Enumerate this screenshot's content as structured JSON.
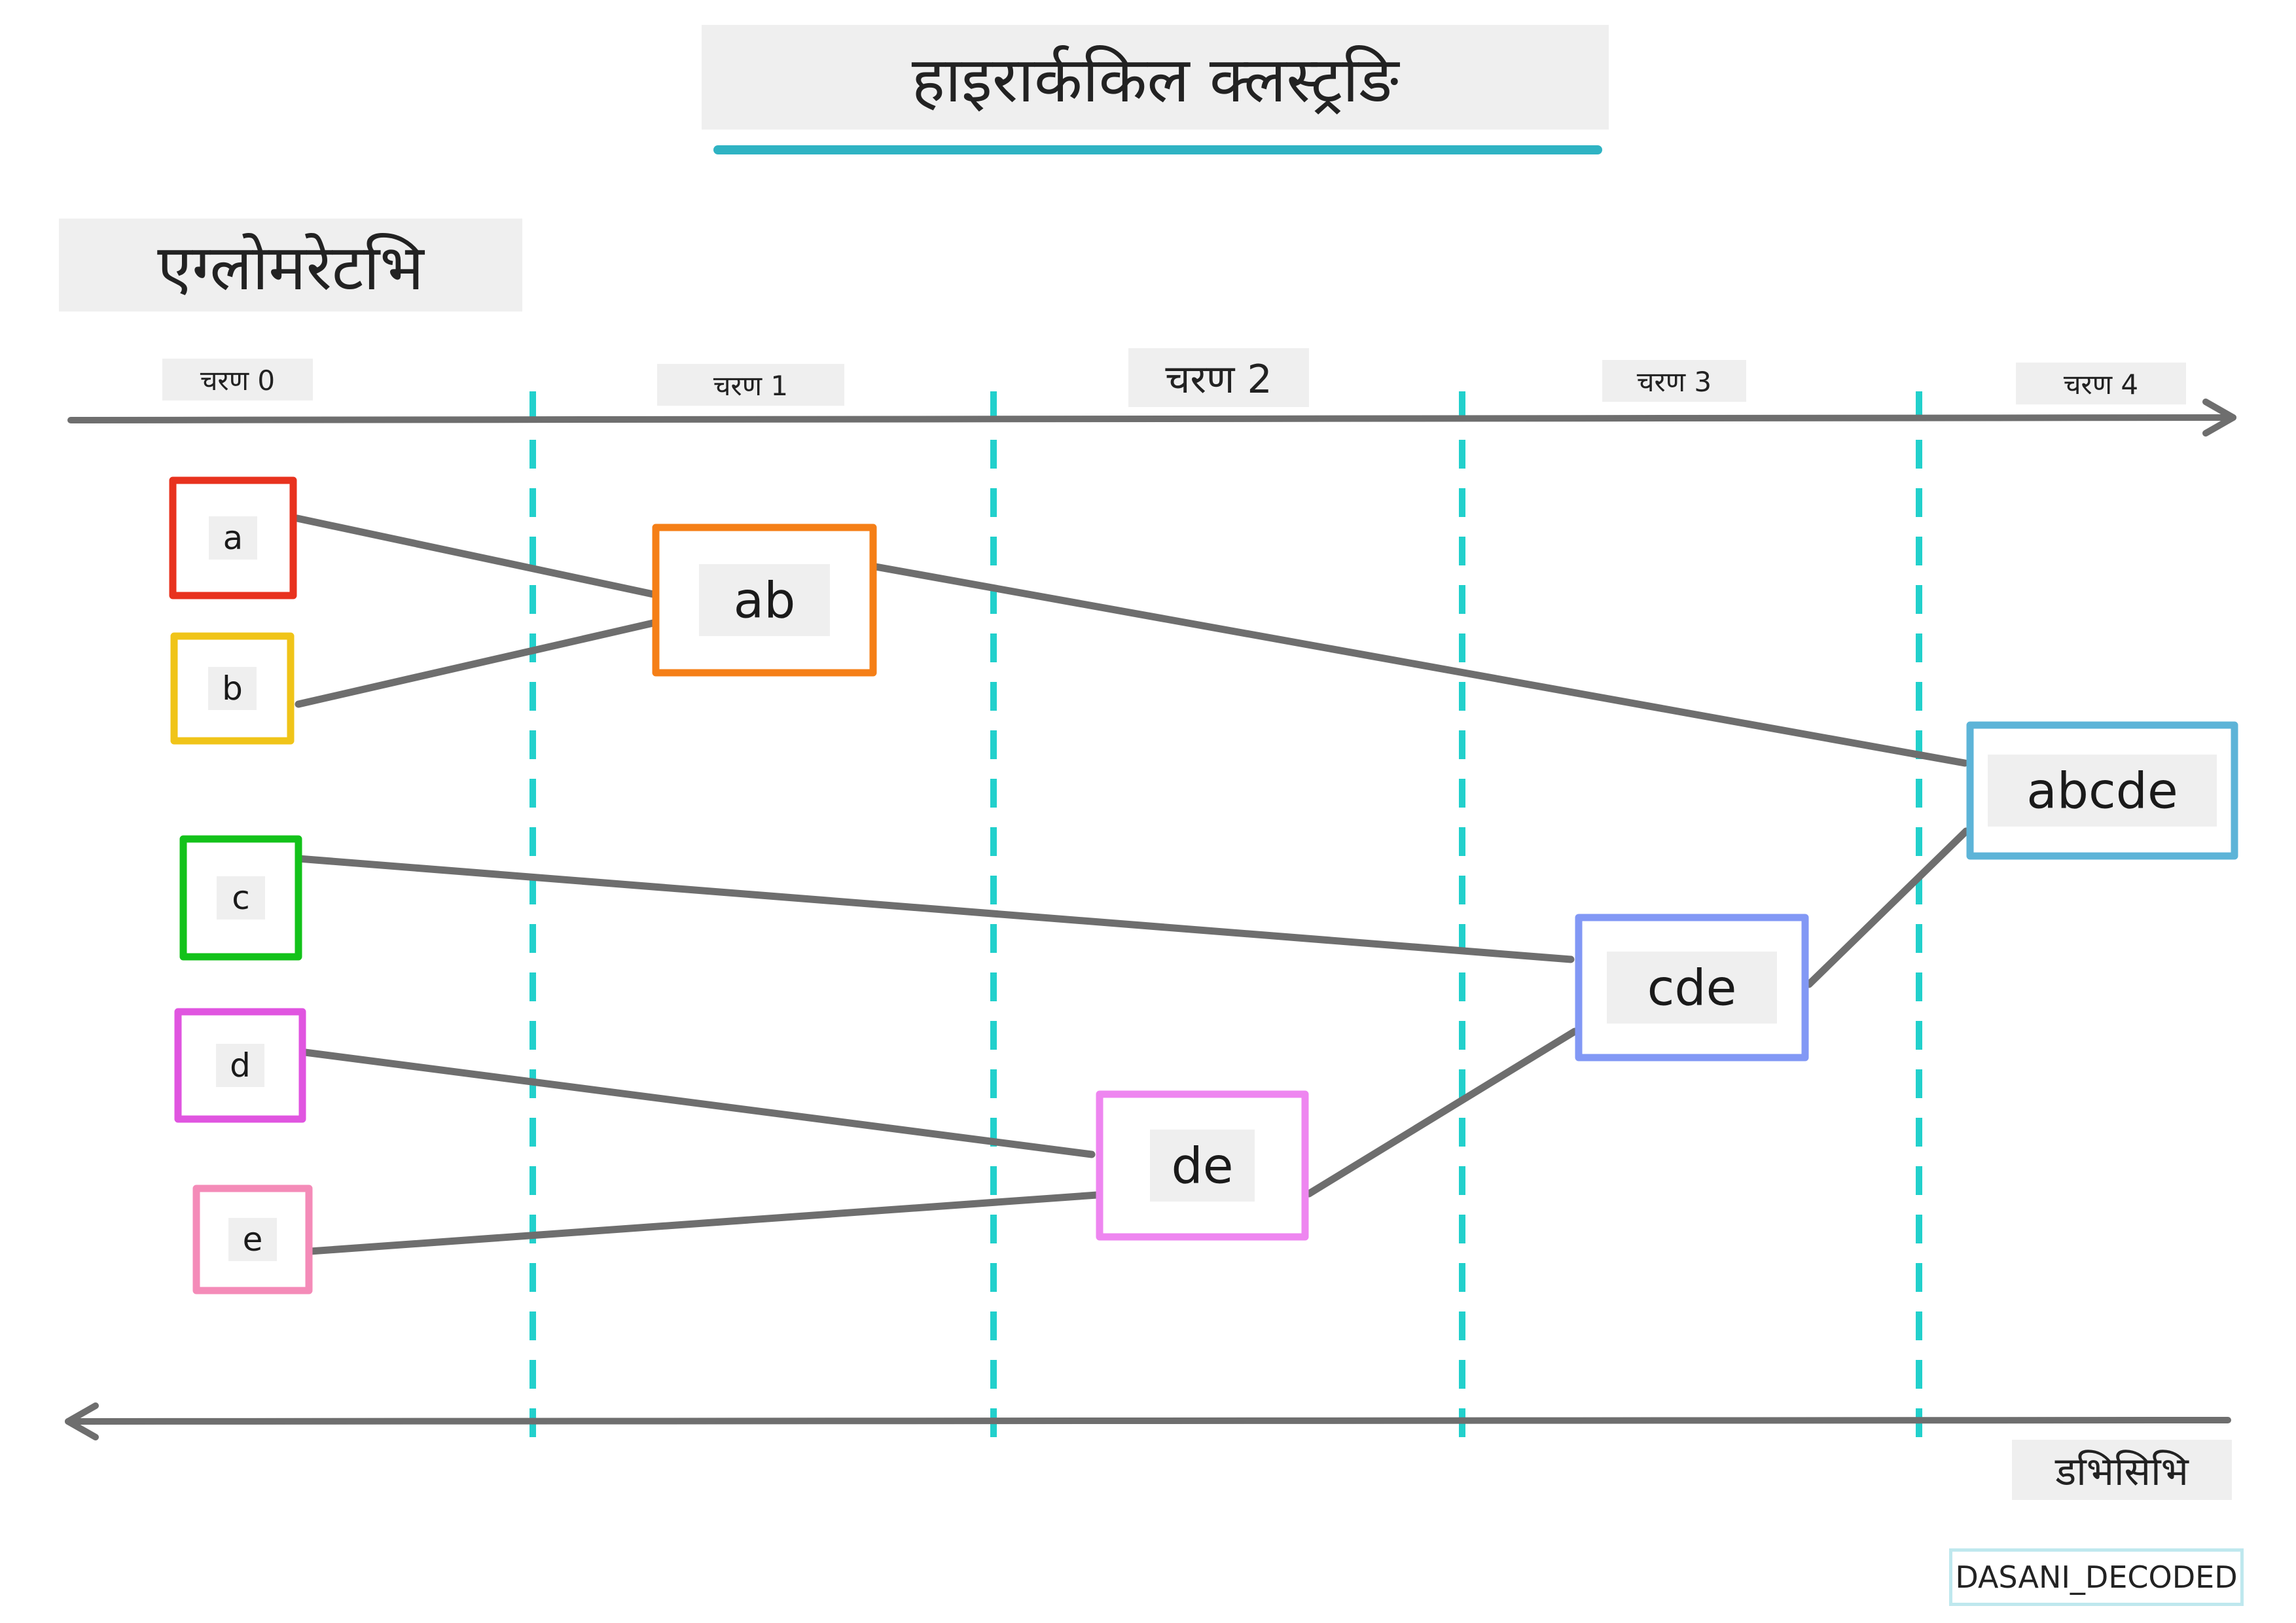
{
  "title": "हाइरार्ककिल क्लस्ट्रङि",
  "agglomerative_label": "एग्लोमरेटभि",
  "divisive_label": "डभिसिभि",
  "credit": "DASANI_DECODED",
  "steps": [
    {
      "label": "चरण 0"
    },
    {
      "label": "चरण 1"
    },
    {
      "label": "चरण 2"
    },
    {
      "label": "चरण 3"
    },
    {
      "label": "चरण 4"
    }
  ],
  "nodes": [
    {
      "id": "a",
      "label": "a",
      "color": "#e8321e"
    },
    {
      "id": "b",
      "label": "b",
      "color": "#f0c419"
    },
    {
      "id": "c",
      "label": "c",
      "color": "#13c21a"
    },
    {
      "id": "d",
      "label": "d",
      "color": "#e055e0"
    },
    {
      "id": "e",
      "label": "e",
      "color": "#f48bb8"
    },
    {
      "id": "ab",
      "label": "ab",
      "color": "#f57f17"
    },
    {
      "id": "de",
      "label": "de",
      "color": "#ee86f0"
    },
    {
      "id": "cde",
      "label": "cde",
      "color": "#8298f5"
    },
    {
      "id": "abcde",
      "label": "abcde",
      "color": "#5db4d8"
    }
  ],
  "edges": [
    {
      "from": "a",
      "to": "ab"
    },
    {
      "from": "b",
      "to": "ab"
    },
    {
      "from": "d",
      "to": "de"
    },
    {
      "from": "e",
      "to": "de"
    },
    {
      "from": "c",
      "to": "cde"
    },
    {
      "from": "de",
      "to": "cde"
    },
    {
      "from": "ab",
      "to": "abcde"
    },
    {
      "from": "cde",
      "to": "abcde"
    }
  ],
  "colors": {
    "divider": "#22d0cc",
    "axis": "#6e6e6e",
    "edge": "#6e6e6e",
    "label_bg": "#efefef",
    "title_underline": "#2fb3c3"
  }
}
